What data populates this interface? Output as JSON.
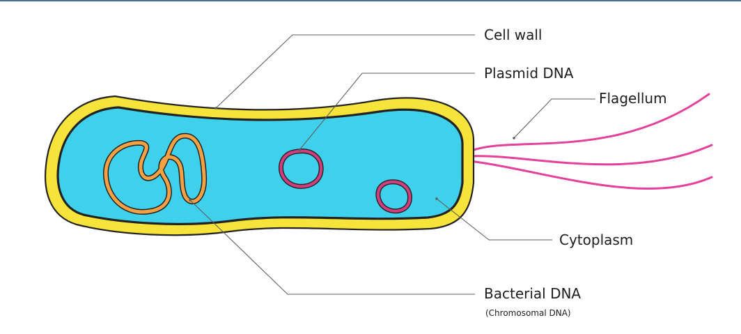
{
  "labels": {
    "cell_wall": "Cell wall",
    "plasmid_dna": "Plasmid DNA",
    "flagellum": "Flagellum",
    "cytoplasm": "Cytoplasm",
    "bacterial_dna": "Bacterial DNA",
    "bacterial_dna_note": "(Chromosomal DNA)"
  },
  "colors": {
    "cell_wall": "#f7e43a",
    "cell_wall_outline": "#222222",
    "cytoplasm": "#3fd0ec",
    "bacterial_dna": "#f2a145",
    "plasmid_dna": "#cf3f7f",
    "flagellum": "#e4419a",
    "leader_line": "#5d5d5d"
  }
}
